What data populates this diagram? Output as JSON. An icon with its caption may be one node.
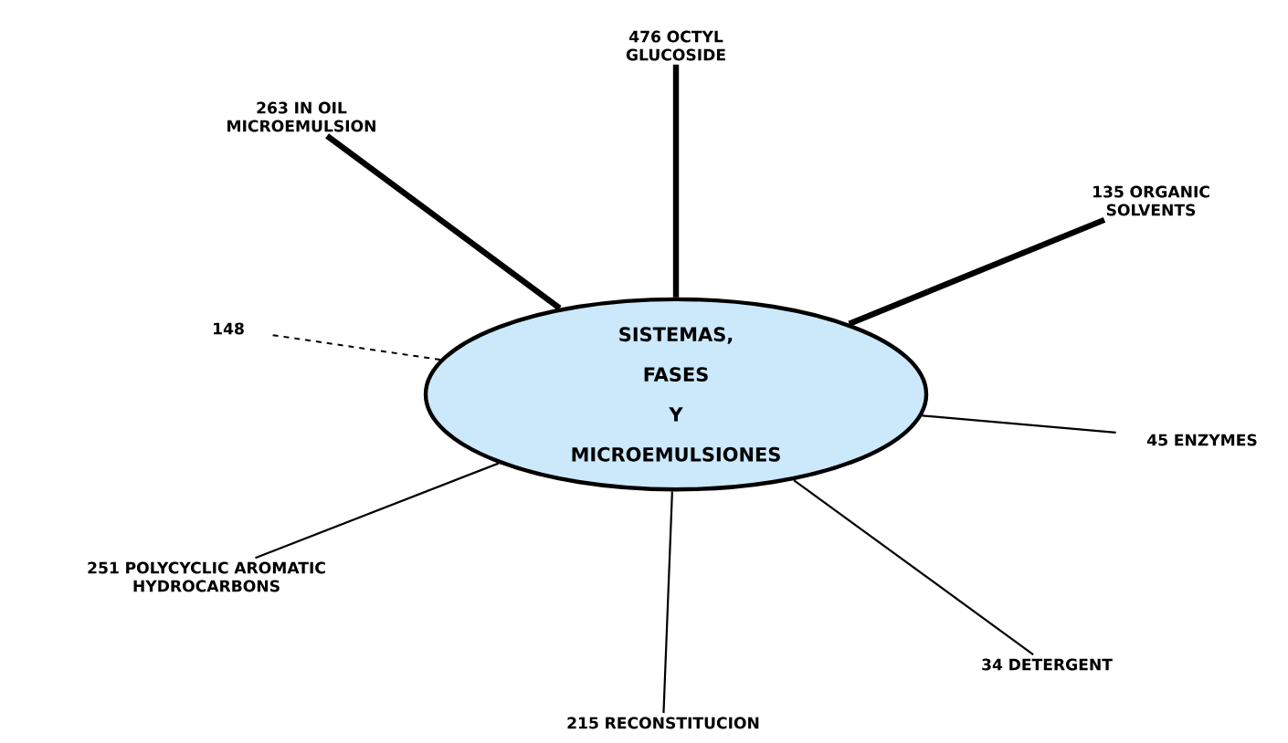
{
  "diagram": {
    "nodes": [
      {
        "text": [
          "SISTEMAS, FASES Y MICROEMULSIONES"
        ]
      },
      {
        "text": [
          "476 OCTYL GLUCOSIDE"
        ]
      },
      {
        "text": [
          "263 IN OIL MICROEMULSION"
        ]
      },
      {
        "text": [
          "135 ORGANIC SOLVENTS"
        ]
      },
      {
        "text": [
          "148"
        ]
      },
      {
        "text": [
          "45 ENZYMES"
        ]
      },
      {
        "text": [
          "251 POLYCYCLIC AROMATIC HYDROCARBONS"
        ]
      },
      {
        "text": [
          "215 RECONSTITUCION"
        ]
      },
      {
        "text": [
          "34 DETERGENT"
        ]
      }
    ],
    "edges": [
      {
        "from": 0,
        "to": 1,
        "arrow": "none",
        "style": "thick"
      },
      {
        "from": 0,
        "to": 2,
        "arrow": "none",
        "style": "thick"
      },
      {
        "from": 0,
        "to": 3,
        "arrow": "none",
        "style": "thick"
      },
      {
        "from": 0,
        "to": 4,
        "arrow": "none",
        "style": "dashed"
      },
      {
        "from": 0,
        "to": 5,
        "arrow": "none"
      },
      {
        "from": 0,
        "to": 6,
        "arrow": "none"
      },
      {
        "from": 0,
        "to": 7,
        "arrow": "none"
      },
      {
        "from": 0,
        "to": 8,
        "arrow": "none"
      }
    ]
  }
}
